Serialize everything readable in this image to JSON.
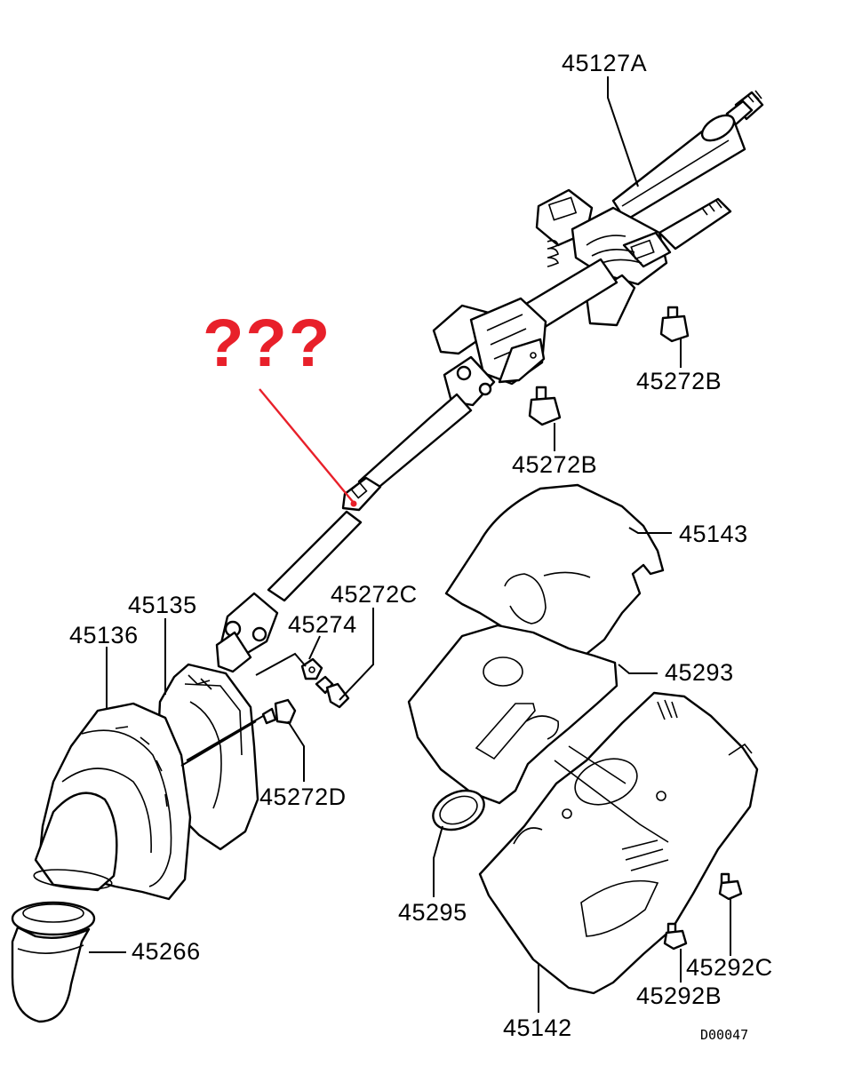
{
  "question_mark": "???",
  "labels": {
    "p45127A": "45127A",
    "p45272B_top": "45272B",
    "p45272B_mid": "45272B",
    "p45143": "45143",
    "p45272C": "45272C",
    "p45274": "45274",
    "p45135": "45135",
    "p45136": "45136",
    "p45293": "45293",
    "p45272D": "45272D",
    "p45295": "45295",
    "p45266": "45266",
    "p45292C": "45292C",
    "p45292B": "45292B",
    "p45142": "45142"
  },
  "diagram_id": "D00047",
  "colors": {
    "annotation": "#e8202a",
    "line": "#000000",
    "background": "#ffffff"
  }
}
